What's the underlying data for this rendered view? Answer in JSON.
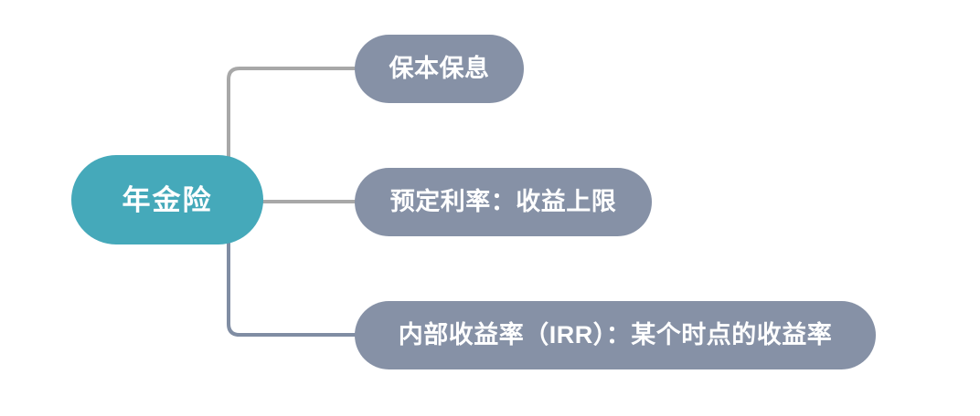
{
  "diagram": {
    "type": "mind-map",
    "background_color": "#ffffff",
    "root": {
      "label": "年金险",
      "fill_color": "#45a9ba",
      "text_color": "#ffffff"
    },
    "branches": [
      {
        "label": "保本保息",
        "fill_color": "#8691a6",
        "text_color": "#ffffff",
        "connector_color": "#a8a8a8"
      },
      {
        "label": "预定利率：收益上限",
        "fill_color": "#8691a6",
        "text_color": "#ffffff",
        "connector_color": "#a8a8a8"
      },
      {
        "label": "内部收益率（IRR）：某个时点的收益率",
        "fill_color": "#8691a6",
        "text_color": "#ffffff",
        "connector_color": "#808da3"
      }
    ]
  }
}
